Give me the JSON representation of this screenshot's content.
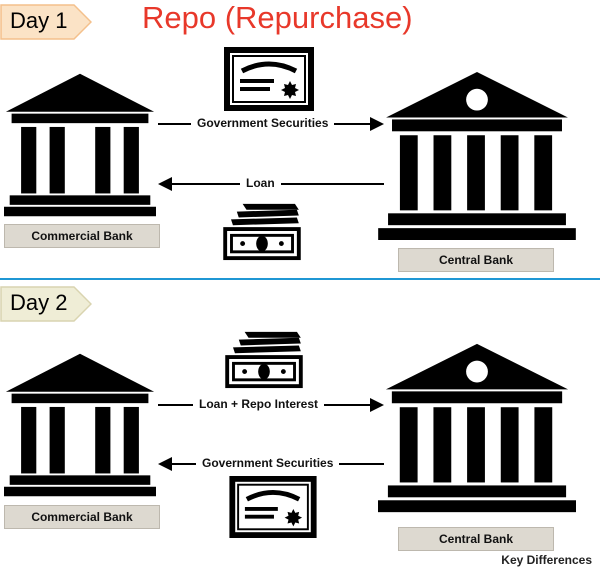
{
  "title": "Repo (Repurchase)",
  "day1": {
    "tag": "Day 1",
    "left_bank": "Commercial Bank",
    "right_bank": "Central Bank",
    "top_arrow_label": "Government Securities",
    "bottom_arrow_label": "Loan"
  },
  "day2": {
    "tag": "Day 2",
    "left_bank": "Commercial Bank",
    "right_bank": "Central Bank",
    "top_arrow_label": "Loan + Repo Interest",
    "bottom_arrow_label": "Government Securities"
  },
  "watermark": "Key Differences",
  "colors": {
    "title": "#e8382a",
    "tag_fill": "#fbe3c6",
    "tag2_fill": "#efedd6",
    "divider": "#1f97d4",
    "label_box": "#ddd9d0"
  },
  "icons": [
    "bank-icon",
    "certificate-icon",
    "money-icon",
    "arrow-right-icon",
    "arrow-left-icon"
  ]
}
